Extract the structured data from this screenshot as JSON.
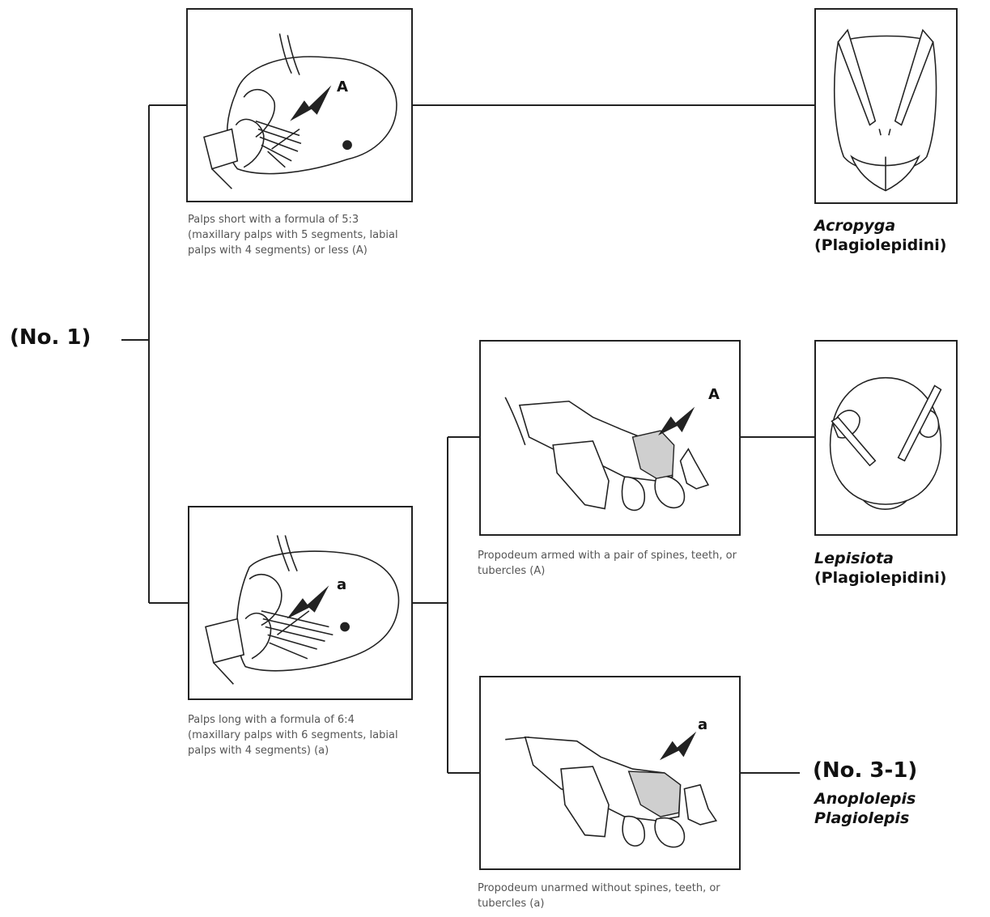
{
  "root_ref": "(No. 1)",
  "couplet1": {
    "lead_a": {
      "label": "A",
      "caption": "Palps short with a formula of 5:3 (maxillary palps with 5 segments, labial palps with 4 segments) or less (A)",
      "taxon": {
        "genus": "Acropyga",
        "tribe": "(Plagiolepidini)"
      }
    },
    "lead_b": {
      "label": "a",
      "caption": "Palps long with a formula of 6:4 (maxillary palps with 6 segments, labial palps with 4 segments) (a)"
    }
  },
  "couplet2": {
    "lead_a": {
      "label": "A",
      "caption": "Propodeum armed with a pair of spines, teeth, or tubercles (A)",
      "taxon": {
        "genus": "Lepisiota",
        "tribe": "(Plagiolepidini)"
      }
    },
    "lead_b": {
      "label": "a",
      "caption": "Propodeum unarmed without spines, teeth, or tubercles (a)",
      "next_ref": "(No. 3-1)",
      "genera": [
        "Anoplolepis",
        "Plagiolepis"
      ]
    }
  },
  "colors": {
    "line": "#222222",
    "highlight": "#cfcfcf",
    "caption": "#555555"
  }
}
